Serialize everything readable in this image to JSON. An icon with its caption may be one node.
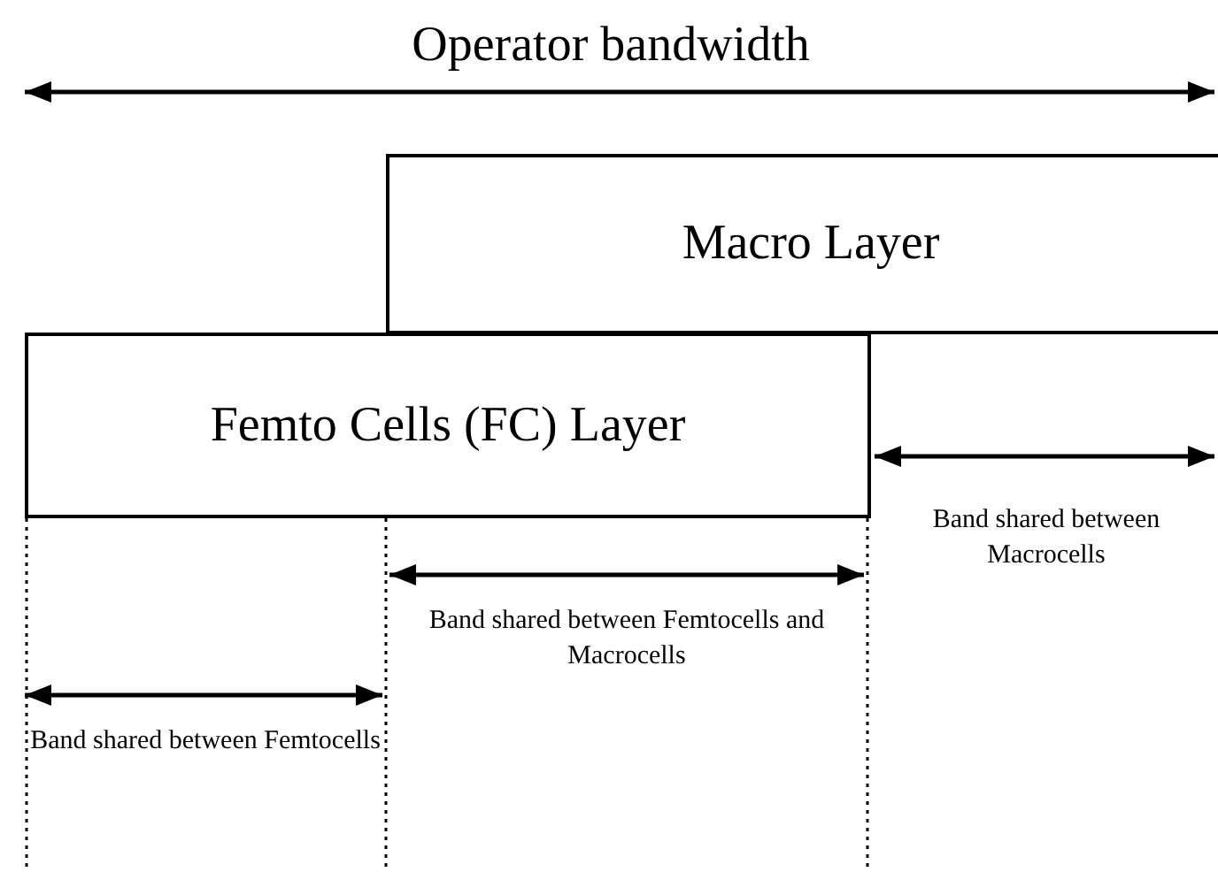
{
  "diagram": {
    "nodes": [
      {
        "text": [
          "Macro Layer"
        ]
      },
      {
        "text": [
          "Femto Cells (FC) Layer"
        ]
      }
    ],
    "labels": [
      "Operator bandwidth",
      "Band shared between Macrocells",
      "Band shared between Femtocells and Macrocells",
      "Band shared between Femtocells"
    ]
  }
}
